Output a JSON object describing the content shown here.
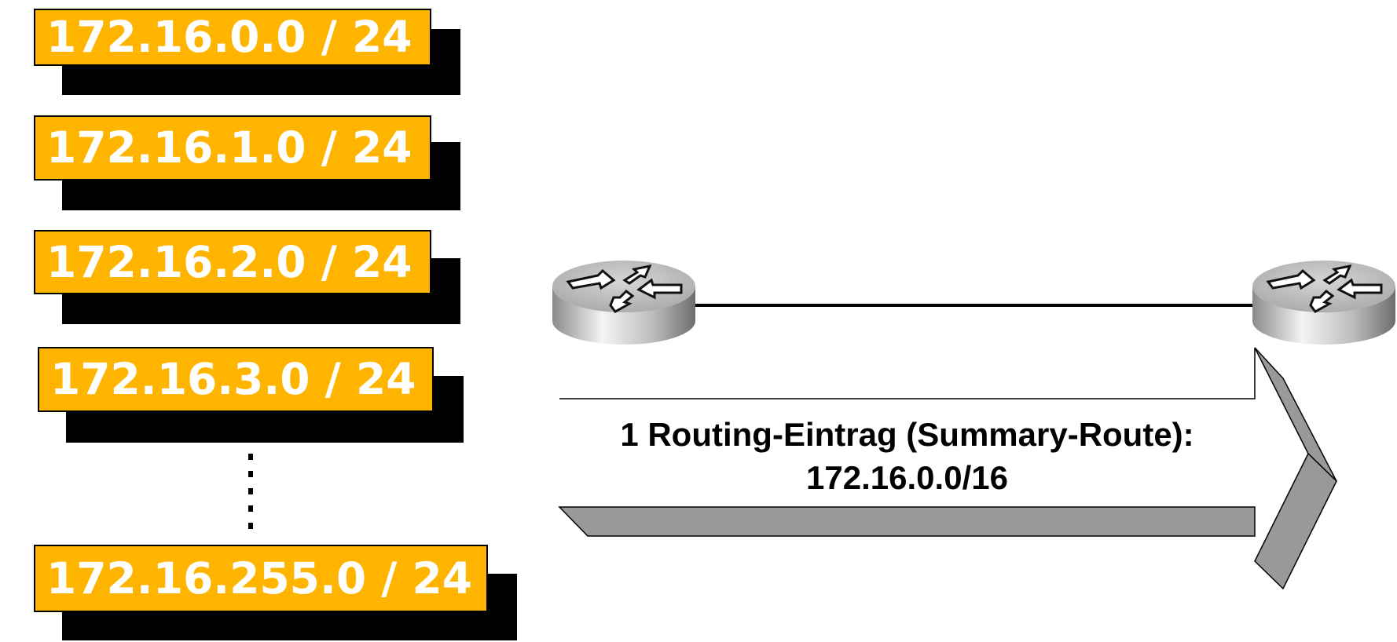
{
  "networks": [
    {
      "label": "172.16.0.0 / 24"
    },
    {
      "label": "172.16.1.0 / 24"
    },
    {
      "label": "172.16.2.0 / 24"
    },
    {
      "label": "172.16.3.0 / 24"
    },
    {
      "label": "172.16.255.0 / 24"
    }
  ],
  "summary": {
    "line1": "1 Routing-Eintrag (Summary-Route):",
    "line2": "172.16.0.0/16"
  },
  "colors": {
    "tag": "#FFB400",
    "shadow": "#000000",
    "arrow": "#999999"
  },
  "icons": [
    "router-icon",
    "router-icon"
  ]
}
